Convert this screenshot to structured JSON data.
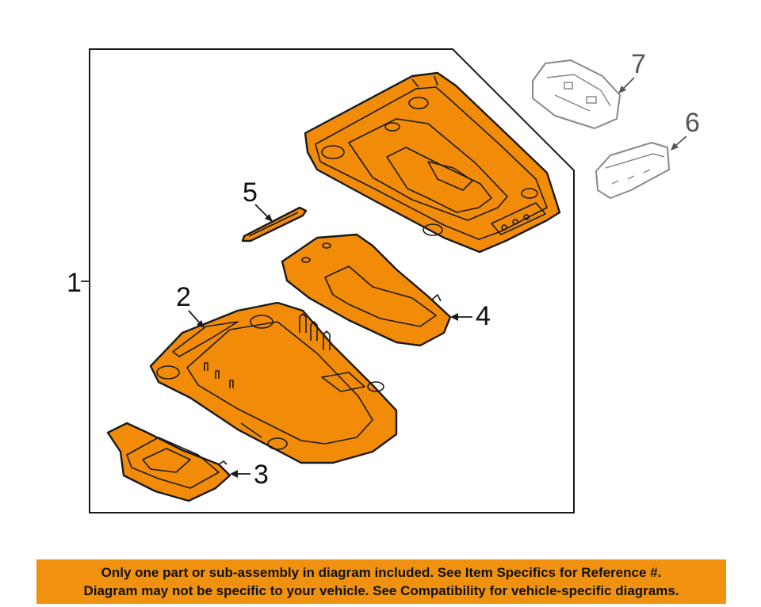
{
  "diagram": {
    "part_fill": "#f28c08",
    "accessory_fill": "#ffffff",
    "accessory_stroke": "#888888",
    "callouts": {
      "c1": "1",
      "c2": "2",
      "c3": "3",
      "c4": "4",
      "c5": "5",
      "c6": "6",
      "c7": "7"
    }
  },
  "banner": {
    "background": "#f0920f",
    "line1": "Only one part or sub-assembly in diagram included. See Item Specifics for Reference #.",
    "line2": "Diagram may not be specific to your vehicle. See Compatibility for vehicle-specific diagrams."
  }
}
